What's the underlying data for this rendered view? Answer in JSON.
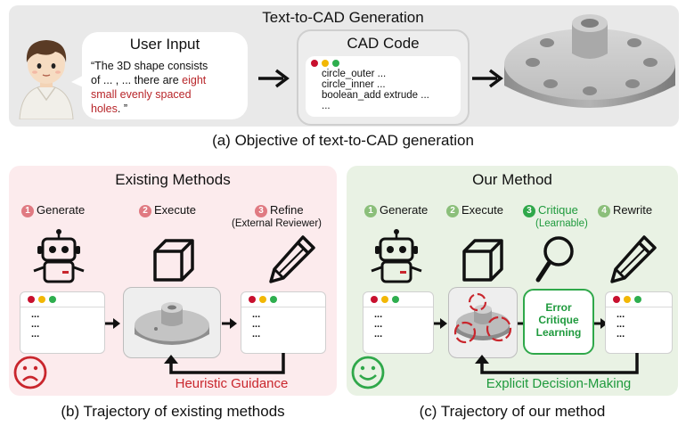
{
  "top": {
    "title": "Text-to-CAD Generation",
    "user_input": {
      "heading": "User Input",
      "line1": "“The 3D shape consists",
      "line2": "of ... ,  ... there are ",
      "highlight1": "eight",
      "highlight2": "small evenly spaced",
      "highlight3": "holes",
      "end": ". ”"
    },
    "cad_code": {
      "heading": "CAD Code",
      "lines": [
        "circle_outer ...",
        "circle_inner ...",
        "boolean_add extrude ...",
        "..."
      ]
    },
    "caption": "(a) Objective of text-to-CAD generation"
  },
  "existing": {
    "title": "Existing Methods",
    "steps": [
      {
        "num": "1",
        "label": "Generate"
      },
      {
        "num": "2",
        "label": "Execute"
      },
      {
        "num": "3",
        "label": "Refine",
        "sub": "(External Reviewer)"
      }
    ],
    "ellipsis": [
      "...",
      "...",
      "..."
    ],
    "feedback": "Heuristic Guidance",
    "caption": "(b) Trajectory of existing methods"
  },
  "ours": {
    "title": "Our Method",
    "steps": [
      {
        "num": "1",
        "label": "Generate"
      },
      {
        "num": "2",
        "label": "Execute"
      },
      {
        "num": "3",
        "label": "Critique",
        "sub": "(Learnable)"
      },
      {
        "num": "4",
        "label": "Rewrite"
      }
    ],
    "critique_box": [
      "Error",
      "Critique",
      "Learning"
    ],
    "ellipsis": [
      "...",
      "...",
      "..."
    ],
    "feedback": "Explicit Decision-Making",
    "caption": "(c) Trajectory of our method"
  },
  "colors": {
    "red": "#c9262d",
    "green": "#2fa84a",
    "step_red": "#e07a82",
    "step_green": "#8bbf7a",
    "dot_red": "#c8102e",
    "dot_yellow": "#f2b705",
    "dot_green": "#2eae4e"
  },
  "icons": [
    "user-avatar-icon",
    "robot-icon",
    "cube-icon",
    "pencil-icon",
    "magnifier-icon",
    "sad-face-icon",
    "smile-face-icon",
    "arrow-right-icon",
    "cad-model-icon"
  ]
}
